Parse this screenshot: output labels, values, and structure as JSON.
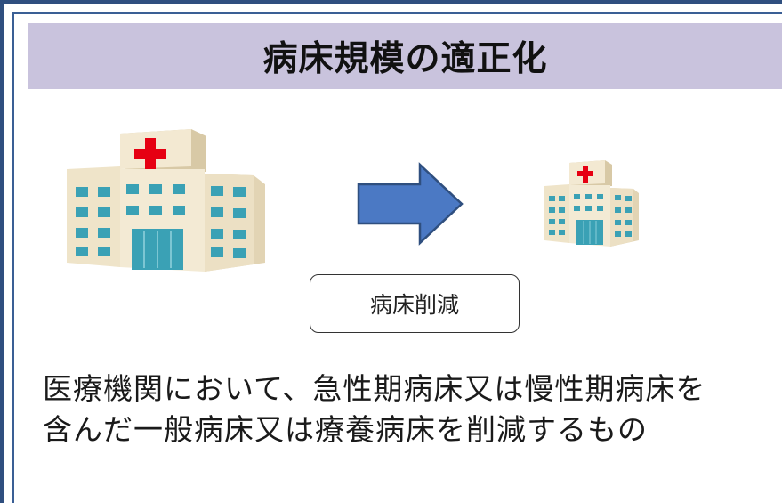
{
  "title": "病床規模の適正化",
  "reduction_label": "病床削減",
  "description": {
    "line1": "医療機関において、急性期病床又は慢性期病床を",
    "line2": "含んだ一般病床又は療養病床を削減するもの"
  },
  "icons": {
    "large_hospital": "hospital-building-icon",
    "small_hospital": "hospital-building-icon",
    "arrow": "right-arrow-icon"
  },
  "colors": {
    "title_band": "#c9c3dd",
    "arrow_fill": "#4b79c4",
    "arrow_stroke": "#2f4f7f",
    "cross": "#e60012",
    "building": "#eee2c6",
    "windows": "#3aa1b5"
  }
}
